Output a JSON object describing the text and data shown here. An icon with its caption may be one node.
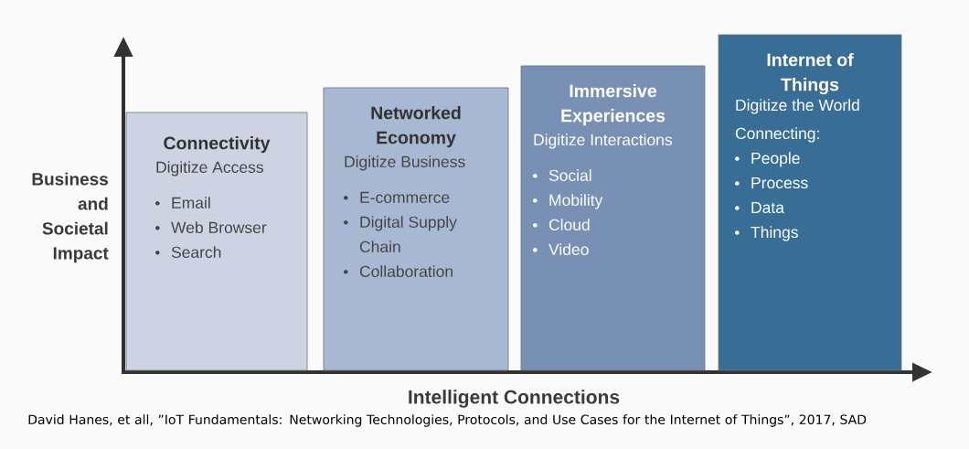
{
  "diagram": {
    "caption": "David Hanes, et all, ”IoT Fundamentals: Networking Technologies, Protocols, and Use Cases for the Internet of Things”, 2017, SAD",
    "nodes": [
      {
        "text": [
          "Connectivity",
          "Digitize Access",
          "Email",
          "Web Browser",
          "Search"
        ]
      },
      {
        "text": [
          "Networked Economy",
          "Digitize Business",
          "E-commerce",
          "Digital Supply Chain",
          "Collaboration"
        ]
      },
      {
        "text": [
          "Immersive Experiences",
          "Digitize Interactions",
          "Social",
          "Mobility",
          "Cloud",
          "Video"
        ]
      },
      {
        "text": [
          "Internet of Things",
          "Digitize the World",
          "Connecting:",
          "People",
          "Process",
          "Data",
          "Things"
        ]
      }
    ],
    "labels": [
      "Business and Societal Impact",
      "Intelligent Connections"
    ]
  }
}
